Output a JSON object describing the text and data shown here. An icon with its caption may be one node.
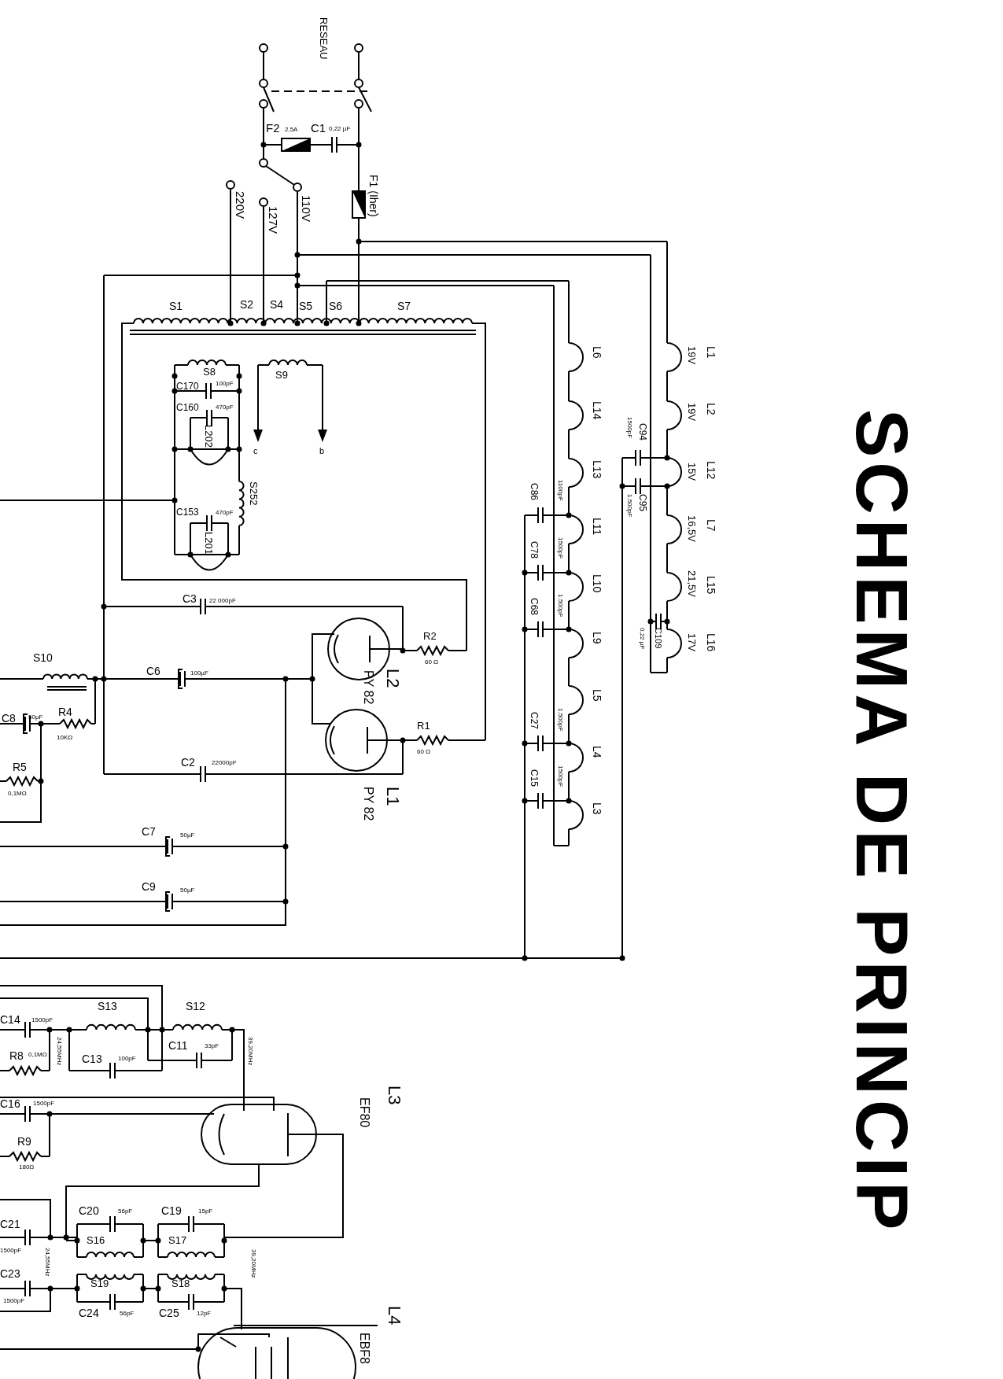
{
  "diagram": {
    "title": "SCHEMA DE PRINCIP",
    "labels": [
      "RESEAU",
      "F2",
      "2,5A",
      "C1",
      "0,22 µF",
      "220V",
      "127V",
      "110V",
      "F1 (Iher)",
      "S1",
      "S2",
      "S4",
      "S5",
      "S6",
      "S7",
      "S8",
      "S9",
      "C170",
      "100pF",
      "C160",
      "470pF",
      "L202",
      "c",
      "b",
      "S252",
      "C153",
      "470pF",
      "L201",
      "19V",
      "L1",
      "19V",
      "L2",
      "15V",
      "L12",
      "16,5V",
      "L7",
      "21,5V",
      "L15",
      "17V",
      "L16",
      "L6",
      "L14",
      "L13",
      "L11",
      "L10",
      "L9",
      "L5",
      "L4",
      "L3",
      "1500pF",
      "C94",
      "C95",
      "1.500pF",
      "0,22 µF",
      "C109",
      "C86",
      "1100pF",
      "C78",
      "1500pF",
      "C68",
      "1.500pF",
      "C27",
      "1.500pF",
      "C15",
      "1500pF",
      "C3",
      "22 000pF",
      "R2",
      "60 Ω",
      "S10",
      "C6",
      "100µF",
      "L2",
      "PY 82",
      "C8",
      "50µF",
      "R4",
      "10KΩ",
      "R1",
      "60 Ω",
      "R5",
      "0,1MΩ",
      "C2",
      "22000pF",
      "L1",
      "PY 82",
      "C7",
      "50µF",
      "C9",
      "50µF",
      "C14",
      "1500pF",
      "S13",
      "S12",
      "24,55MHz",
      "39,20MHz",
      "R8",
      "0,1MΩ",
      "C13",
      "100pF",
      "C11",
      "33pF",
      "C16",
      "1500pF",
      "R9",
      "180Ω",
      "L3",
      "EF80",
      "C20",
      "56pF",
      "C19",
      "15pF",
      "S16",
      "S17",
      "C21",
      "1500pF",
      "24,55MHz",
      "39,20MHz",
      "C23",
      "1500pF",
      "S19",
      "S18",
      "C24",
      "56pF",
      "C25",
      "12pF",
      "L4",
      "EBF8"
    ]
  }
}
